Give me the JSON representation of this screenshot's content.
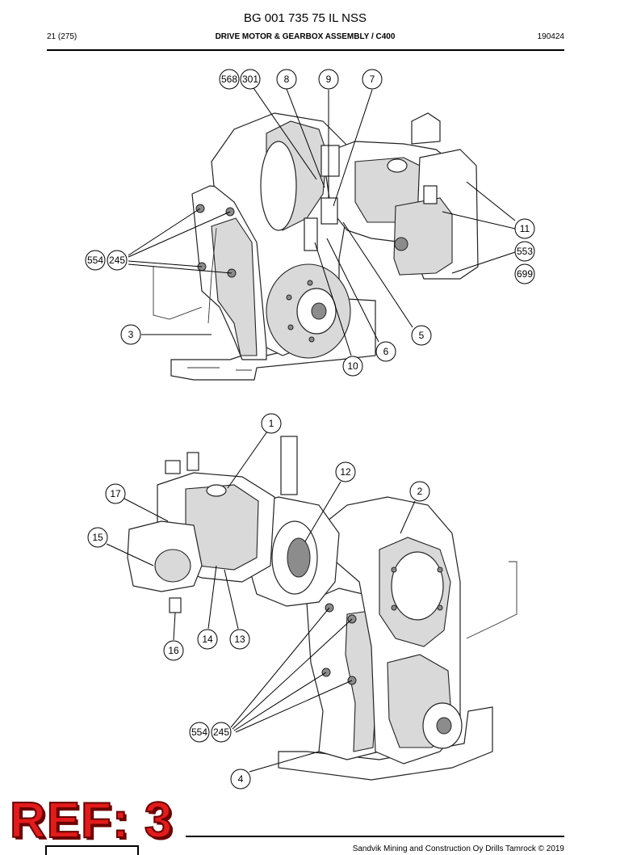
{
  "header": {
    "doc_number": "BG 001 735 75 IL NSS",
    "page": "21 (275)",
    "title": "DRIVE MOTOR & GEARBOX ASSEMBLY / C400",
    "date": "190424"
  },
  "diagram_top": {
    "callouts": [
      "568",
      "301",
      "8",
      "9",
      "7",
      "11",
      "553",
      "699",
      "554",
      "245",
      "3",
      "5",
      "6",
      "10"
    ]
  },
  "diagram_bottom": {
    "callouts": [
      "1",
      "12",
      "2",
      "17",
      "15",
      "14",
      "13",
      "16",
      "554",
      "245",
      "4"
    ]
  },
  "stamp": {
    "ref": "REF: 3",
    "color": "#e21b1b"
  },
  "footer": {
    "copyright": "Sandvik Mining and Construction Oy Drills Tamrock © 2019"
  },
  "icons": [
    "drive-motor-gearbox-exploded-view",
    "sandvik-logo"
  ]
}
